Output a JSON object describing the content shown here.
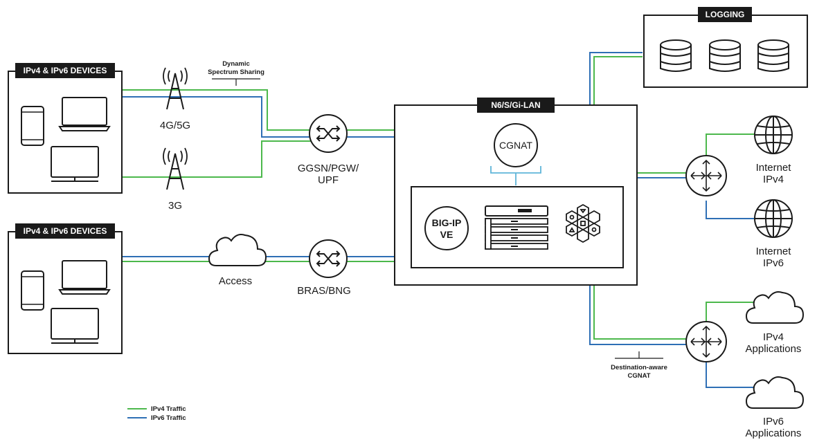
{
  "colors": {
    "ipv4": "#4cb84c",
    "ipv6": "#2e6fb5",
    "ink": "#1a1a1a",
    "tag_bg": "#1a1a1a",
    "cgnat_bracket": "#5fb5d9"
  },
  "devices_top": {
    "title": "IPv4 & IPv6 DEVICES"
  },
  "devices_bottom": {
    "title": "IPv4 & IPv6 DEVICES"
  },
  "tower_4g5g": {
    "label": "4G/5G",
    "icon": "cell-tower-icon"
  },
  "tower_3g": {
    "label": "3G",
    "icon": "cell-tower-icon"
  },
  "dss": {
    "line1": "Dynamic",
    "line2": "Spectrum Sharing"
  },
  "ggsn": {
    "line1": "GGSN/PGW/",
    "line2": "UPF",
    "icon": "switch-icon"
  },
  "access": {
    "label": "Access",
    "icon": "cloud-icon"
  },
  "bras": {
    "label": "BRAS/BNG",
    "icon": "switch-icon"
  },
  "n6": {
    "title": "N6/S/Gi-LAN",
    "cgnat": "CGNAT",
    "bigip_line1": "BIG-IP",
    "bigip_line2": "VE"
  },
  "logging": {
    "title": "LOGGING",
    "icon": "database-icon"
  },
  "internet_v4": {
    "line1": "Internet",
    "line2": "IPv4",
    "icon": "globe-icon"
  },
  "internet_v6": {
    "line1": "Internet",
    "line2": "IPv6",
    "icon": "globe-icon"
  },
  "apps_v4": {
    "line1": "IPv4",
    "line2": "Applications",
    "icon": "cloud-icon"
  },
  "apps_v6": {
    "line1": "IPv6",
    "line2": "Applications",
    "icon": "cloud-icon"
  },
  "dest_cgnat": {
    "line1": "Destination-aware",
    "line2": "CGNAT"
  },
  "legend": [
    {
      "label": "IPv4 Traffic",
      "color": "#4cb84c"
    },
    {
      "label": "IPv6 Traffic",
      "color": "#2e6fb5"
    }
  ]
}
